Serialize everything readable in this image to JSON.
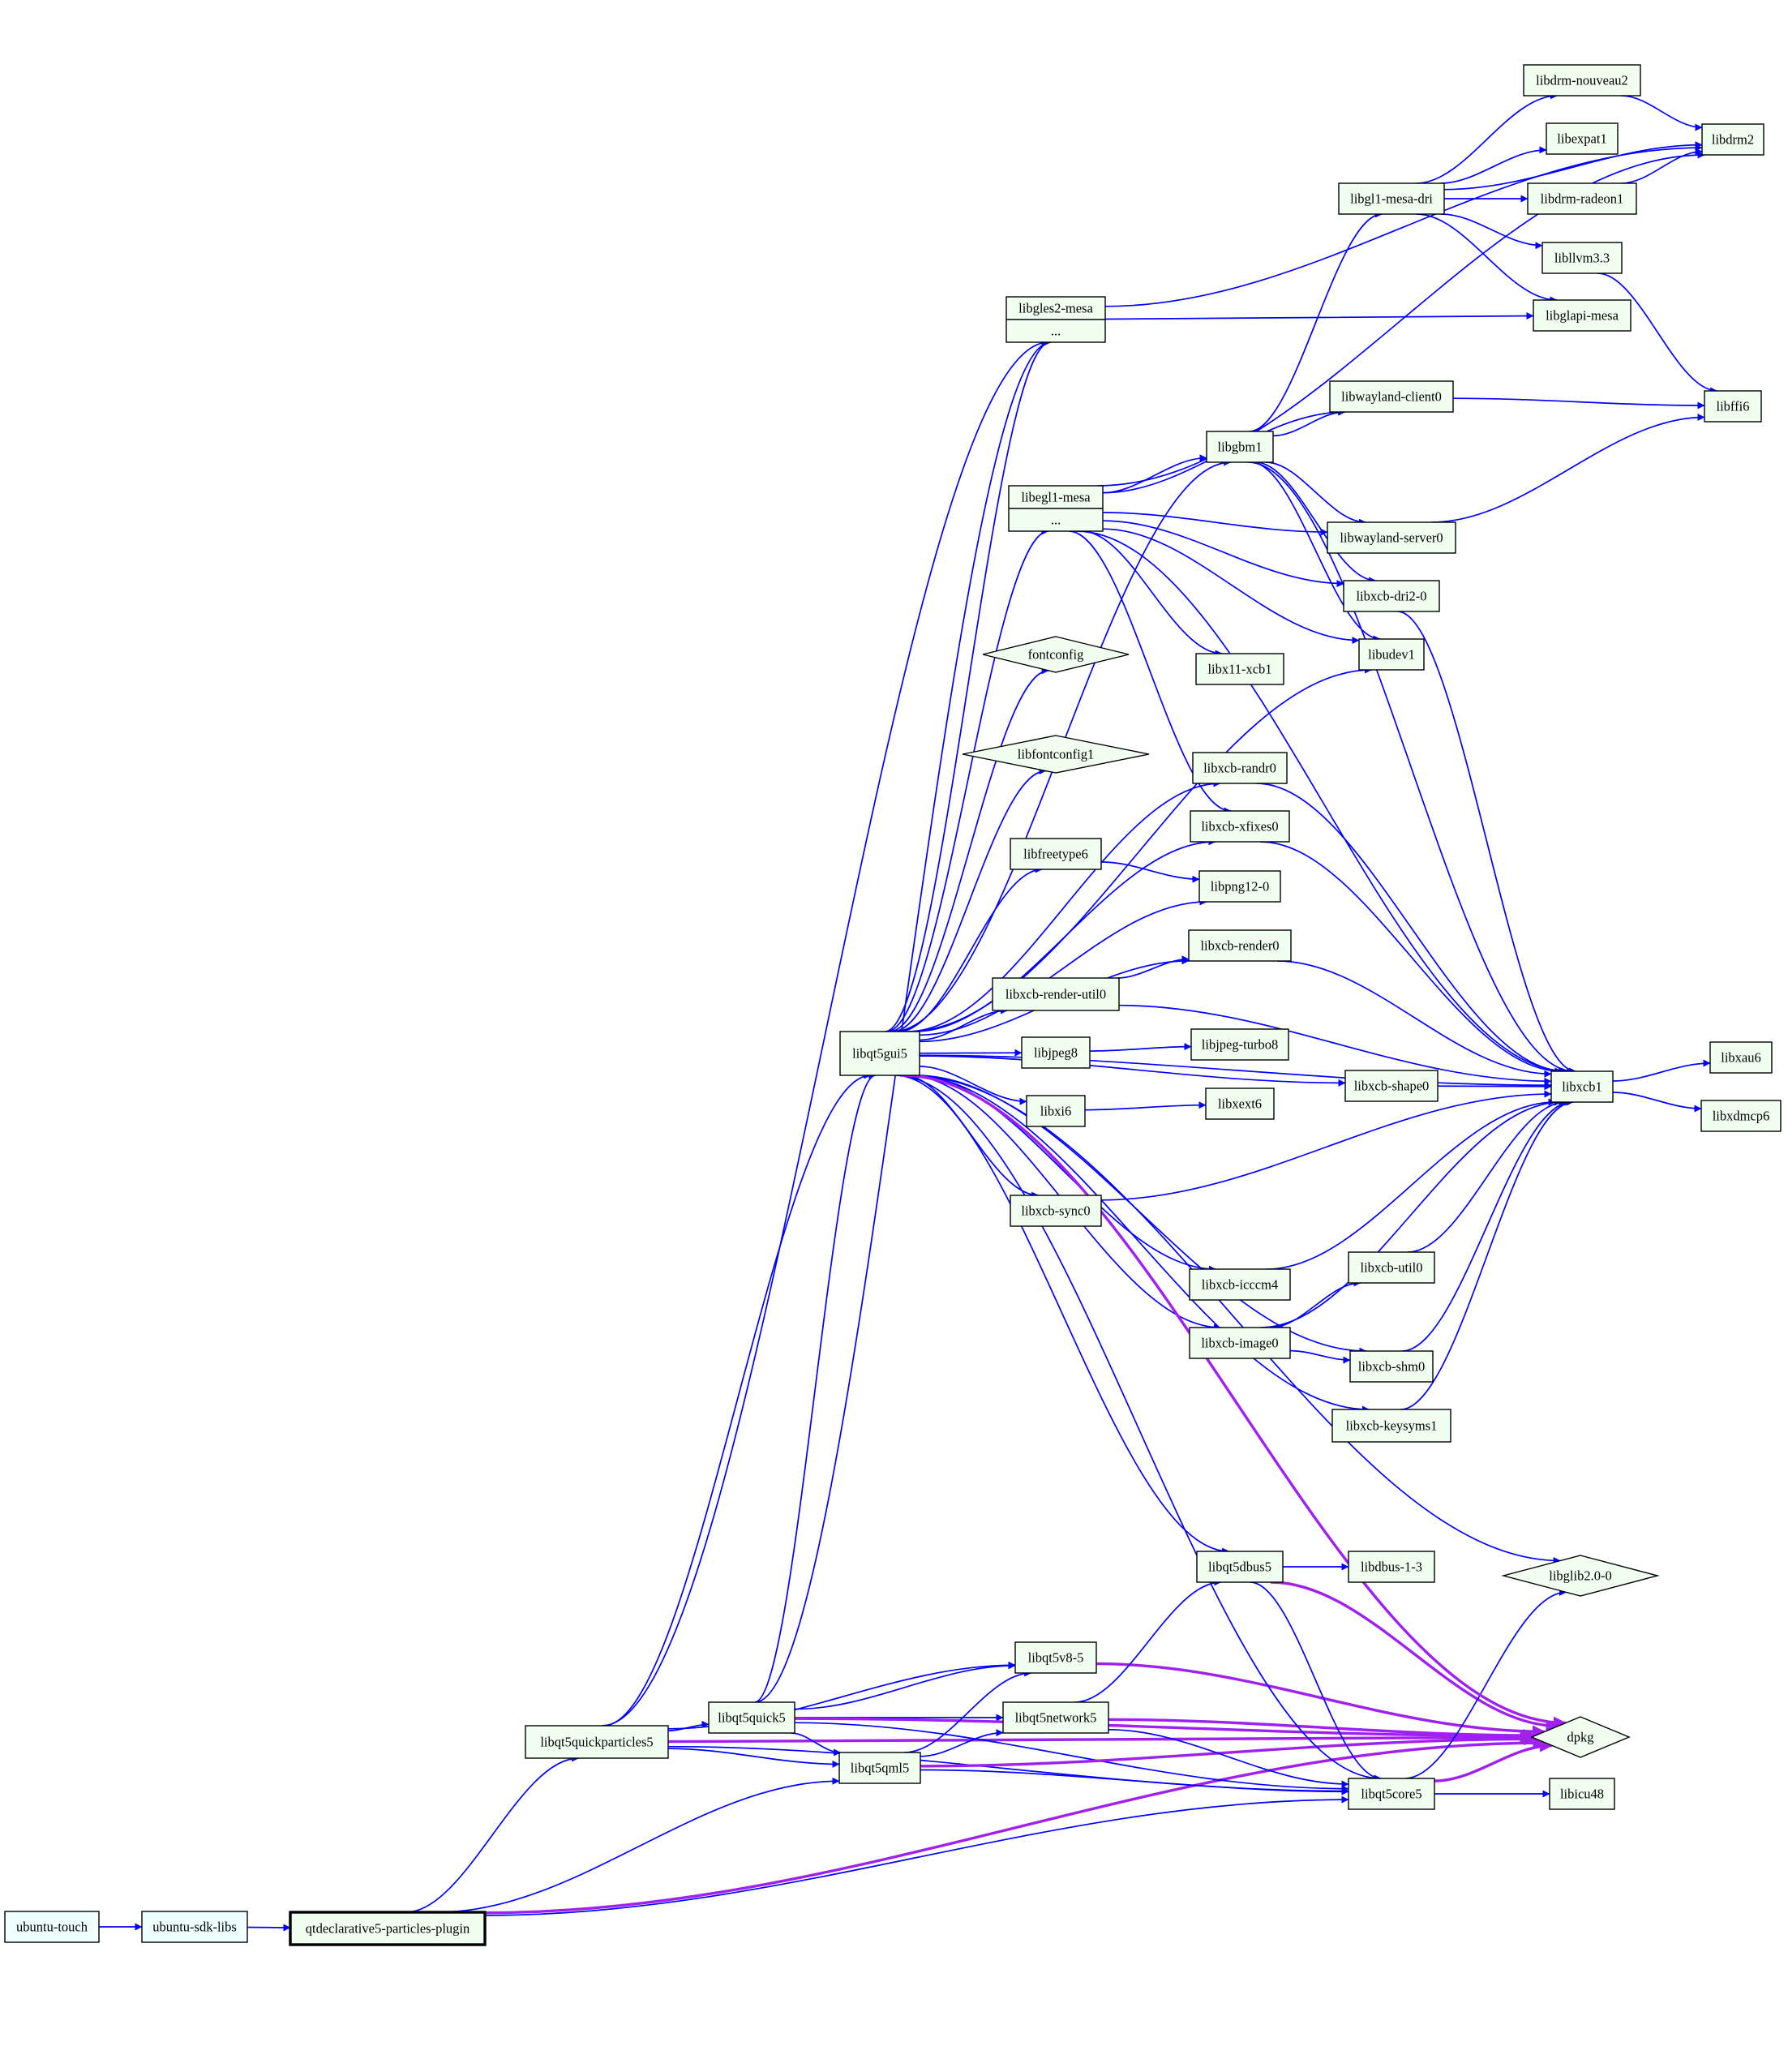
{
  "colors": {
    "node_fill": "#f0fff0",
    "root_fill": "#f0ffff",
    "node_stroke": "#000000",
    "depends_edge": "#0000ff",
    "predepends_edge": "#a020f0",
    "background": "#ffffff"
  },
  "nodes": [
    {
      "id": "ubuntu-touch",
      "label": "ubuntu-touch",
      "shape": "box",
      "style": "root"
    },
    {
      "id": "ubuntu-sdk-libs",
      "label": "ubuntu-sdk-libs",
      "shape": "box",
      "style": "root"
    },
    {
      "id": "qtdeclarative5-particles-plugin",
      "label": "qtdeclarative5-particles-plugin",
      "shape": "box",
      "style": "selected"
    },
    {
      "id": "libqt5quickparticles5",
      "label": "libqt5quickparticles5",
      "shape": "box"
    },
    {
      "id": "libqt5quick5",
      "label": "libqt5quick5",
      "shape": "box"
    },
    {
      "id": "libqt5qml5",
      "label": "libqt5qml5",
      "shape": "box"
    },
    {
      "id": "libqt5v8-5",
      "label": "libqt5v8-5",
      "shape": "box"
    },
    {
      "id": "libqt5network5",
      "label": "libqt5network5",
      "shape": "box"
    },
    {
      "id": "libqt5core5",
      "label": "libqt5core5",
      "shape": "box"
    },
    {
      "id": "libqt5dbus5",
      "label": "libqt5dbus5",
      "shape": "box"
    },
    {
      "id": "libdbus-1-3",
      "label": "libdbus-1-3",
      "shape": "box"
    },
    {
      "id": "libicu48",
      "label": "libicu48",
      "shape": "box"
    },
    {
      "id": "dpkg",
      "label": "dpkg",
      "shape": "diamond"
    },
    {
      "id": "libglib2.0-0",
      "label": "libglib2.0-0",
      "shape": "diamond"
    },
    {
      "id": "libqt5gui5",
      "label": "libqt5gui5",
      "shape": "box"
    },
    {
      "id": "libgles2-mesa",
      "label": "libgles2-mesa",
      "shape": "record",
      "sub": "..."
    },
    {
      "id": "libegl1-mesa",
      "label": "libegl1-mesa",
      "shape": "record",
      "sub": "..."
    },
    {
      "id": "fontconfig",
      "label": "fontconfig",
      "shape": "diamond"
    },
    {
      "id": "libfontconfig1",
      "label": "libfontconfig1",
      "shape": "diamond"
    },
    {
      "id": "libfreetype6",
      "label": "libfreetype6",
      "shape": "box"
    },
    {
      "id": "libpng12-0",
      "label": "libpng12-0",
      "shape": "box"
    },
    {
      "id": "libxcb-render-util0",
      "label": "libxcb-render-util0",
      "shape": "box"
    },
    {
      "id": "libxcb-render0",
      "label": "libxcb-render0",
      "shape": "box"
    },
    {
      "id": "libjpeg8",
      "label": "libjpeg8",
      "shape": "box"
    },
    {
      "id": "libjpeg-turbo8",
      "label": "libjpeg-turbo8",
      "shape": "box"
    },
    {
      "id": "libxi6",
      "label": "libxi6",
      "shape": "box"
    },
    {
      "id": "libxext6",
      "label": "libxext6",
      "shape": "box"
    },
    {
      "id": "libxcb-sync0",
      "label": "libxcb-sync0",
      "shape": "box"
    },
    {
      "id": "libxcb-shape0",
      "label": "libxcb-shape0",
      "shape": "box"
    },
    {
      "id": "libxcb-icccm4",
      "label": "libxcb-icccm4",
      "shape": "box"
    },
    {
      "id": "libxcb-util0",
      "label": "libxcb-util0",
      "shape": "box"
    },
    {
      "id": "libxcb-image0",
      "label": "libxcb-image0",
      "shape": "box"
    },
    {
      "id": "libxcb-shm0",
      "label": "libxcb-shm0",
      "shape": "box"
    },
    {
      "id": "libxcb-keysyms1",
      "label": "libxcb-keysyms1",
      "shape": "box"
    },
    {
      "id": "libxcb-randr0",
      "label": "libxcb-randr0",
      "shape": "box"
    },
    {
      "id": "libxcb-xfixes0",
      "label": "libxcb-xfixes0",
      "shape": "box"
    },
    {
      "id": "libx11-xcb1",
      "label": "libx11-xcb1",
      "shape": "box"
    },
    {
      "id": "libgbm1",
      "label": "libgbm1",
      "shape": "box"
    },
    {
      "id": "libwayland-client0",
      "label": "libwayland-client0",
      "shape": "box"
    },
    {
      "id": "libwayland-server0",
      "label": "libwayland-server0",
      "shape": "box"
    },
    {
      "id": "libxcb-dri2-0",
      "label": "libxcb-dri2-0",
      "shape": "box"
    },
    {
      "id": "libudev1",
      "label": "libudev1",
      "shape": "box"
    },
    {
      "id": "libgl1-mesa-dri",
      "label": "libgl1-mesa-dri",
      "shape": "box"
    },
    {
      "id": "libdrm-nouveau2",
      "label": "libdrm-nouveau2",
      "shape": "box"
    },
    {
      "id": "libexpat1",
      "label": "libexpat1",
      "shape": "box"
    },
    {
      "id": "libdrm-radeon1",
      "label": "libdrm-radeon1",
      "shape": "box"
    },
    {
      "id": "libllvm3.3",
      "label": "libllvm3.3",
      "shape": "box"
    },
    {
      "id": "libglapi-mesa",
      "label": "libglapi-mesa",
      "shape": "box"
    },
    {
      "id": "libdrm2",
      "label": "libdrm2",
      "shape": "box"
    },
    {
      "id": "libffi6",
      "label": "libffi6",
      "shape": "box"
    },
    {
      "id": "libxcb1",
      "label": "libxcb1",
      "shape": "box"
    },
    {
      "id": "libxau6",
      "label": "libxau6",
      "shape": "box"
    },
    {
      "id": "libxdmcp6",
      "label": "libxdmcp6",
      "shape": "box"
    }
  ],
  "edges": [
    {
      "from": "ubuntu-touch",
      "to": "ubuntu-sdk-libs",
      "kind": "depends"
    },
    {
      "from": "ubuntu-sdk-libs",
      "to": "qtdeclarative5-particles-plugin",
      "kind": "depends"
    },
    {
      "from": "qtdeclarative5-particles-plugin",
      "to": "libqt5quickparticles5",
      "kind": "depends"
    },
    {
      "from": "qtdeclarative5-particles-plugin",
      "to": "libqt5qml5",
      "kind": "depends"
    },
    {
      "from": "qtdeclarative5-particles-plugin",
      "to": "libqt5core5",
      "kind": "depends"
    },
    {
      "from": "qtdeclarative5-particles-plugin",
      "to": "dpkg",
      "kind": "predepends"
    },
    {
      "from": "libqt5quickparticles5",
      "to": "libqt5quick5",
      "kind": "depends"
    },
    {
      "from": "libqt5quickparticles5",
      "to": "libqt5qml5",
      "kind": "depends"
    },
    {
      "from": "libqt5quickparticles5",
      "to": "libqt5v8-5",
      "kind": "depends"
    },
    {
      "from": "libqt5quickparticles5",
      "to": "libqt5gui5",
      "kind": "depends"
    },
    {
      "from": "libqt5quickparticles5",
      "to": "libgles2-mesa",
      "kind": "depends"
    },
    {
      "from": "libqt5quickparticles5",
      "to": "libqt5core5",
      "kind": "depends"
    },
    {
      "from": "libqt5quickparticles5",
      "to": "dpkg",
      "kind": "predepends"
    },
    {
      "from": "libqt5quick5",
      "to": "libqt5v8-5",
      "kind": "depends"
    },
    {
      "from": "libqt5quick5",
      "to": "libqt5network5",
      "kind": "depends"
    },
    {
      "from": "libqt5quick5",
      "to": "libqt5qml5",
      "kind": "depends"
    },
    {
      "from": "libqt5quick5",
      "to": "libqt5gui5",
      "kind": "depends"
    },
    {
      "from": "libqt5quick5",
      "to": "libgles2-mesa",
      "kind": "depends"
    },
    {
      "from": "libqt5quick5",
      "to": "libqt5core5",
      "kind": "depends"
    },
    {
      "from": "libqt5quick5",
      "to": "dpkg",
      "kind": "predepends"
    },
    {
      "from": "libqt5qml5",
      "to": "libqt5v8-5",
      "kind": "depends"
    },
    {
      "from": "libqt5qml5",
      "to": "libqt5network5",
      "kind": "depends"
    },
    {
      "from": "libqt5qml5",
      "to": "libqt5core5",
      "kind": "depends"
    },
    {
      "from": "libqt5qml5",
      "to": "dpkg",
      "kind": "predepends"
    },
    {
      "from": "libqt5v8-5",
      "to": "dpkg",
      "kind": "predepends"
    },
    {
      "from": "libqt5network5",
      "to": "libqt5dbus5",
      "kind": "depends"
    },
    {
      "from": "libqt5network5",
      "to": "libqt5core5",
      "kind": "depends"
    },
    {
      "from": "libqt5network5",
      "to": "dpkg",
      "kind": "predepends"
    },
    {
      "from": "libqt5dbus5",
      "to": "libdbus-1-3",
      "kind": "depends"
    },
    {
      "from": "libqt5dbus5",
      "to": "libqt5core5",
      "kind": "depends"
    },
    {
      "from": "libqt5dbus5",
      "to": "dpkg",
      "kind": "predepends"
    },
    {
      "from": "libqt5core5",
      "to": "libicu48",
      "kind": "depends"
    },
    {
      "from": "libqt5core5",
      "to": "libglib2.0-0",
      "kind": "depends"
    },
    {
      "from": "libqt5core5",
      "to": "dpkg",
      "kind": "predepends"
    },
    {
      "from": "libqt5gui5",
      "to": "libgles2-mesa",
      "kind": "depends"
    },
    {
      "from": "libqt5gui5",
      "to": "libegl1-mesa",
      "kind": "depends"
    },
    {
      "from": "libqt5gui5",
      "to": "libgbm1",
      "kind": "depends"
    },
    {
      "from": "libqt5gui5",
      "to": "libudev1",
      "kind": "depends"
    },
    {
      "from": "libqt5gui5",
      "to": "fontconfig",
      "kind": "depends"
    },
    {
      "from": "libqt5gui5",
      "to": "libfontconfig1",
      "kind": "depends"
    },
    {
      "from": "libqt5gui5",
      "to": "libxcb-randr0",
      "kind": "depends"
    },
    {
      "from": "libqt5gui5",
      "to": "libxcb-xfixes0",
      "kind": "depends"
    },
    {
      "from": "libqt5gui5",
      "to": "libfreetype6",
      "kind": "depends"
    },
    {
      "from": "libqt5gui5",
      "to": "libpng12-0",
      "kind": "depends"
    },
    {
      "from": "libqt5gui5",
      "to": "libxcb-render0",
      "kind": "depends"
    },
    {
      "from": "libqt5gui5",
      "to": "libxcb-render-util0",
      "kind": "depends"
    },
    {
      "from": "libqt5gui5",
      "to": "libjpeg8",
      "kind": "depends"
    },
    {
      "from": "libqt5gui5",
      "to": "libxi6",
      "kind": "depends"
    },
    {
      "from": "libqt5gui5",
      "to": "libxcb-shape0",
      "kind": "depends"
    },
    {
      "from": "libqt5gui5",
      "to": "libxcb-sync0",
      "kind": "depends"
    },
    {
      "from": "libqt5gui5",
      "to": "libxcb1",
      "kind": "depends"
    },
    {
      "from": "libqt5gui5",
      "to": "libxcb-icccm4",
      "kind": "depends"
    },
    {
      "from": "libqt5gui5",
      "to": "libxcb-image0",
      "kind": "depends"
    },
    {
      "from": "libqt5gui5",
      "to": "libxcb-shm0",
      "kind": "depends"
    },
    {
      "from": "libqt5gui5",
      "to": "libxcb-keysyms1",
      "kind": "depends"
    },
    {
      "from": "libqt5gui5",
      "to": "libglib2.0-0",
      "kind": "depends"
    },
    {
      "from": "libqt5gui5",
      "to": "libqt5dbus5",
      "kind": "depends"
    },
    {
      "from": "libqt5gui5",
      "to": "libqt5core5",
      "kind": "depends"
    },
    {
      "from": "libqt5gui5",
      "to": "dpkg",
      "kind": "predepends"
    },
    {
      "from": "libgles2-mesa",
      "to": "libglapi-mesa",
      "kind": "depends"
    },
    {
      "from": "libgles2-mesa",
      "to": "libdrm2",
      "kind": "depends"
    },
    {
      "from": "libegl1-mesa",
      "to": "libgbm1",
      "kind": "depends"
    },
    {
      "from": "libegl1-mesa",
      "to": "libwayland-client0",
      "kind": "depends"
    },
    {
      "from": "libegl1-mesa",
      "to": "libwayland-server0",
      "kind": "depends"
    },
    {
      "from": "libegl1-mesa",
      "to": "libxcb-dri2-0",
      "kind": "depends"
    },
    {
      "from": "libegl1-mesa",
      "to": "libudev1",
      "kind": "depends"
    },
    {
      "from": "libegl1-mesa",
      "to": "libx11-xcb1",
      "kind": "depends"
    },
    {
      "from": "libegl1-mesa",
      "to": "libxcb-xfixes0",
      "kind": "depends"
    },
    {
      "from": "libegl1-mesa",
      "to": "libxcb1",
      "kind": "depends"
    },
    {
      "from": "libegl1-mesa",
      "to": "libdrm2",
      "kind": "depends"
    },
    {
      "from": "libgbm1",
      "to": "libgl1-mesa-dri",
      "kind": "depends"
    },
    {
      "from": "libgbm1",
      "to": "libwayland-client0",
      "kind": "depends"
    },
    {
      "from": "libgbm1",
      "to": "libwayland-server0",
      "kind": "depends"
    },
    {
      "from": "libgbm1",
      "to": "libxcb-dri2-0",
      "kind": "depends"
    },
    {
      "from": "libgbm1",
      "to": "libudev1",
      "kind": "depends"
    },
    {
      "from": "libgbm1",
      "to": "libxcb1",
      "kind": "depends"
    },
    {
      "from": "libgl1-mesa-dri",
      "to": "libdrm-nouveau2",
      "kind": "depends"
    },
    {
      "from": "libgl1-mesa-dri",
      "to": "libexpat1",
      "kind": "depends"
    },
    {
      "from": "libgl1-mesa-dri",
      "to": "libdrm-radeon1",
      "kind": "depends"
    },
    {
      "from": "libgl1-mesa-dri",
      "to": "libllvm3.3",
      "kind": "depends"
    },
    {
      "from": "libgl1-mesa-dri",
      "to": "libglapi-mesa",
      "kind": "depends"
    },
    {
      "from": "libgl1-mesa-dri",
      "to": "libdrm2",
      "kind": "depends"
    },
    {
      "from": "libdrm-nouveau2",
      "to": "libdrm2",
      "kind": "depends"
    },
    {
      "from": "libdrm-radeon1",
      "to": "libdrm2",
      "kind": "depends"
    },
    {
      "from": "libllvm3.3",
      "to": "libffi6",
      "kind": "depends"
    },
    {
      "from": "libwayland-client0",
      "to": "libffi6",
      "kind": "depends"
    },
    {
      "from": "libwayland-server0",
      "to": "libffi6",
      "kind": "depends"
    },
    {
      "from": "libxcb-dri2-0",
      "to": "libxcb1",
      "kind": "depends"
    },
    {
      "from": "libfreetype6",
      "to": "libpng12-0",
      "kind": "depends"
    },
    {
      "from": "libxcb-render-util0",
      "to": "libxcb-render0",
      "kind": "depends"
    },
    {
      "from": "libxcb-render-util0",
      "to": "libxcb1",
      "kind": "depends"
    },
    {
      "from": "libxcb-render0",
      "to": "libxcb1",
      "kind": "depends"
    },
    {
      "from": "libxcb-randr0",
      "to": "libxcb1",
      "kind": "depends"
    },
    {
      "from": "libxcb-xfixes0",
      "to": "libxcb1",
      "kind": "depends"
    },
    {
      "from": "libjpeg8",
      "to": "libjpeg-turbo8",
      "kind": "depends"
    },
    {
      "from": "libxi6",
      "to": "libxext6",
      "kind": "depends"
    },
    {
      "from": "libxcb-shape0",
      "to": "libxcb1",
      "kind": "depends"
    },
    {
      "from": "libxcb-sync0",
      "to": "libxcb1",
      "kind": "depends"
    },
    {
      "from": "libxcb-icccm4",
      "to": "libxcb1",
      "kind": "depends"
    },
    {
      "from": "libxcb-image0",
      "to": "libxcb-util0",
      "kind": "depends"
    },
    {
      "from": "libxcb-image0",
      "to": "libxcb-shm0",
      "kind": "depends"
    },
    {
      "from": "libxcb-image0",
      "to": "libxcb1",
      "kind": "depends"
    },
    {
      "from": "libxcb-util0",
      "to": "libxcb1",
      "kind": "depends"
    },
    {
      "from": "libxcb-shm0",
      "to": "libxcb1",
      "kind": "depends"
    },
    {
      "from": "libxcb-keysyms1",
      "to": "libxcb1",
      "kind": "depends"
    },
    {
      "from": "libxcb1",
      "to": "libxau6",
      "kind": "depends"
    },
    {
      "from": "libxcb1",
      "to": "libxdmcp6",
      "kind": "depends"
    }
  ]
}
